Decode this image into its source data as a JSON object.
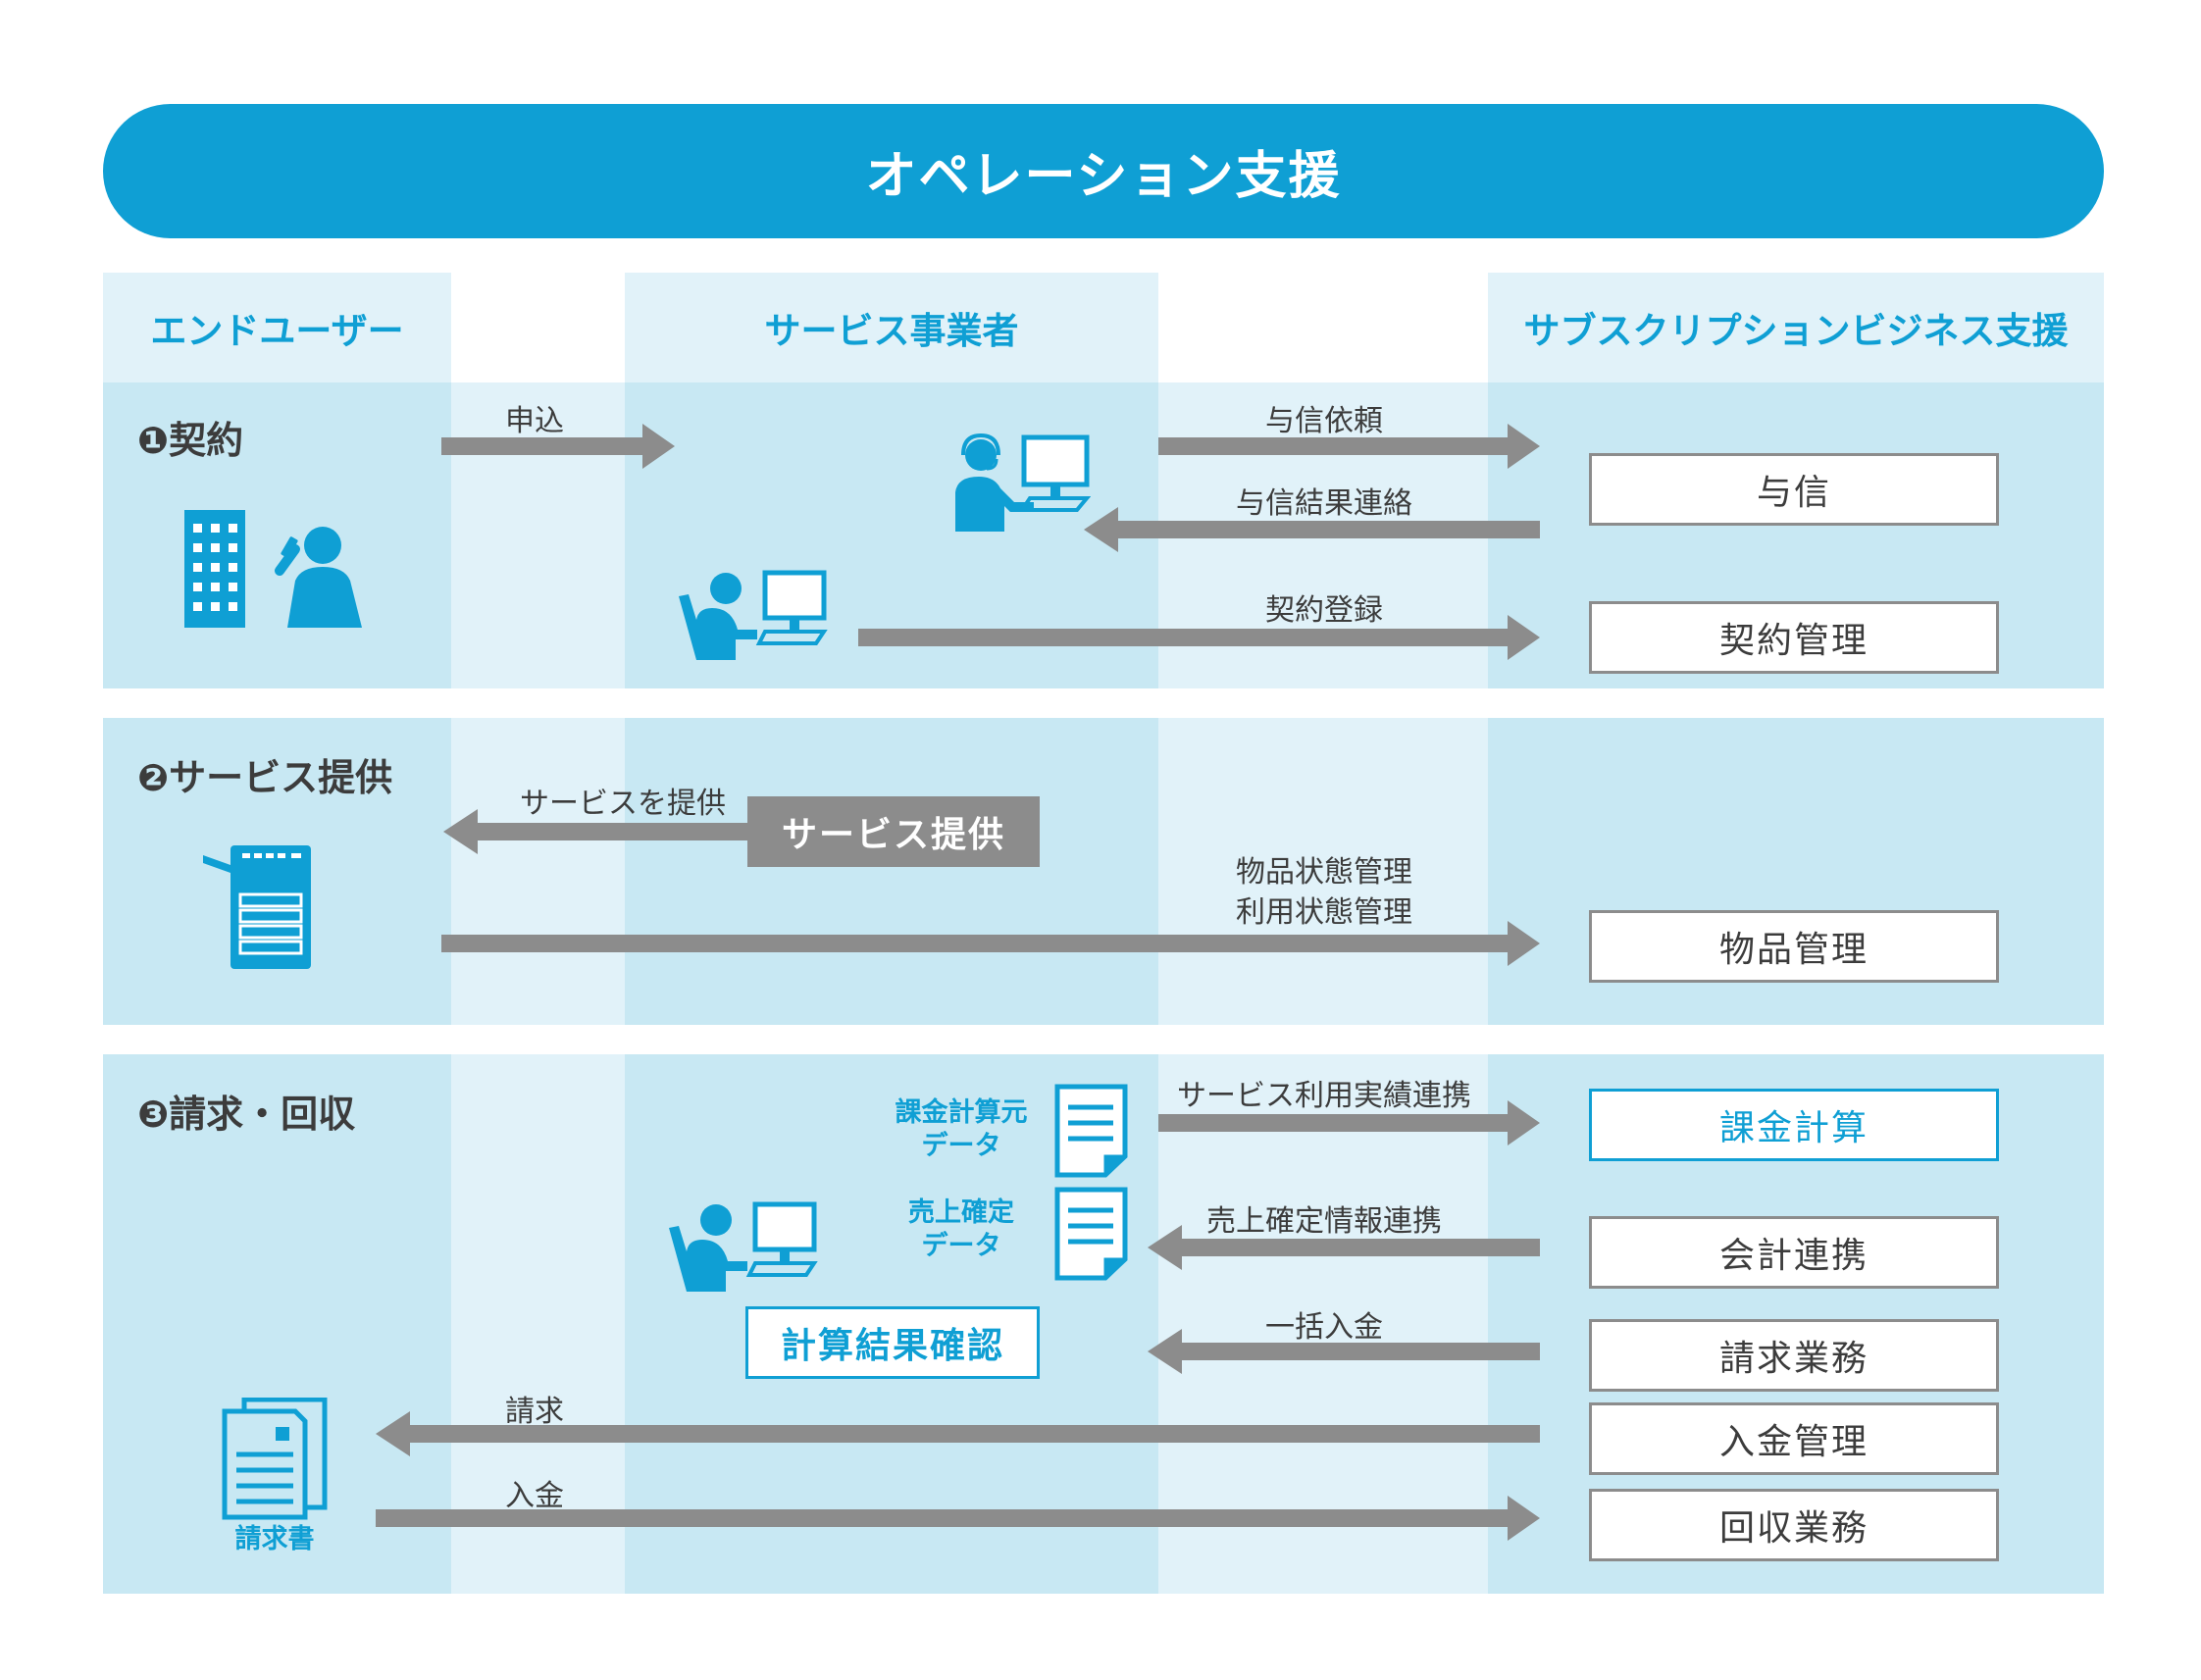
{
  "title": "オペレーション支援",
  "columns": {
    "end_user": "エンドユーザー",
    "provider": "サービス事業者",
    "support": "サブスクリプションビジネス支援"
  },
  "sections": {
    "contract": {
      "title": "❶契約",
      "arrows": {
        "apply": "申込",
        "credit_request": "与信依頼",
        "credit_result": "与信結果連絡",
        "contract_register": "契約登録"
      },
      "boxes": {
        "credit": "与信",
        "contract_mgmt": "契約管理"
      }
    },
    "service": {
      "title": "❷サービス提供",
      "arrows": {
        "provide": "サービスを提供",
        "state_line1": "物品状態管理",
        "state_line2": "利用状態管理"
      },
      "boxes": {
        "service_provide": "サービス提供",
        "goods_mgmt": "物品管理"
      }
    },
    "billing": {
      "title": "❸請求・回収",
      "docs": {
        "billing_source": "課金計算元\nデータ",
        "sales_data": "売上確定\nデータ",
        "invoice": "請求書"
      },
      "arrows": {
        "usage_link": "サービス利用実績連携",
        "sales_link": "売上確定情報連携",
        "bulk_payment": "一括入金",
        "invoice": "請求",
        "payment": "入金"
      },
      "boxes": {
        "calc_confirm": "計算結果確認",
        "billing_calc": "課金計算",
        "accounting": "会計連携",
        "billing_ops": "請求業務",
        "payment_mgmt": "入金管理",
        "collection_ops": "回収業務"
      }
    }
  },
  "colors": {
    "brand_blue": "#0f9fd4",
    "band_dark": "#c8e8f3",
    "band_light": "#e1f2f9",
    "arrow_gray": "#8c8c8c"
  }
}
